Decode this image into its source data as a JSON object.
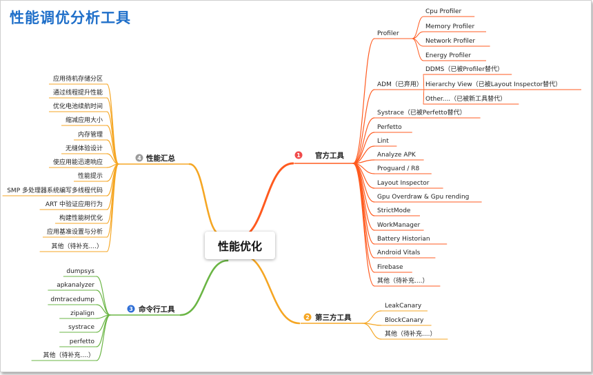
{
  "page_title": "性能调优分析工具",
  "center": "性能优化",
  "colors": {
    "official": "#ff5a1f",
    "third": "#f5a623",
    "cmd": "#6ab544",
    "summary": "#f5a623",
    "badge_red": "#f04b4b",
    "badge_orange": "#f5a623",
    "badge_blue": "#2f6fd6",
    "badge_gray": "#9a9a9a"
  },
  "branches": {
    "official": {
      "badge": "1",
      "label": "官方工具",
      "items": [
        {
          "label": "Profiler",
          "children": [
            "Cpu Profiler",
            "Memory Profiler",
            "Network Profiler",
            "Energy Profiler"
          ]
        },
        {
          "label": "ADM（已弃用）",
          "children": [
            "DDMS（已被Profiler替代）",
            "Hierarchy View（已被Layout Inspector替代）",
            "Other....（已被新工具替代）"
          ]
        },
        {
          "label": "Systrace（已被Perfetto替代）"
        },
        {
          "label": "Perfetto"
        },
        {
          "label": "Lint"
        },
        {
          "label": "Analyze APK"
        },
        {
          "label": "Proguard / R8"
        },
        {
          "label": "Layout Inspector"
        },
        {
          "label": "Gpu Overdraw & Gpu rending"
        },
        {
          "label": "StrictMode"
        },
        {
          "label": "WorkManager"
        },
        {
          "label": "Battery Historian"
        },
        {
          "label": "Android Vitals"
        },
        {
          "label": "Firebase"
        },
        {
          "label": "其他（待补充....）"
        }
      ]
    },
    "third": {
      "badge": "2",
      "label": "第三方工具",
      "items": [
        "LeakCanary",
        "BlockCanary",
        "其他（待补充....）"
      ]
    },
    "cmd": {
      "badge": "3",
      "label": "命令行工具",
      "items": [
        "dumpsys",
        "apkanalyzer",
        "dmtracedump",
        "zipalign",
        "systrace",
        "perfetto",
        "其他（待补充....）"
      ]
    },
    "summary": {
      "badge": "4",
      "label": "性能汇总",
      "items": [
        "应用待机存储分区",
        "通过线程提升性能",
        "优化电池续航时间",
        "缩减应用大小",
        "内存管理",
        "无缝体验设计",
        "使应用能迅速响应",
        "性能提示",
        "SMP 多处理器系统编写多线程代码",
        "ART 中验证应用行为",
        "构建性能树优化",
        "应用基准设置与分析",
        "其他（待补充....）"
      ]
    }
  }
}
